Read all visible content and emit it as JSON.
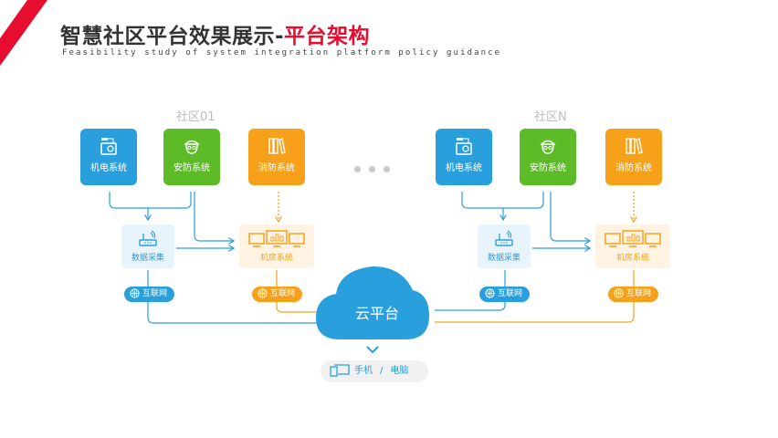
{
  "header": {
    "title_main": "智慧社区平台效果展示-",
    "title_highlight": "平台架构",
    "subtitle": "Feasibility study of system integration platform policy guidance",
    "accent_color": "#e60d2e"
  },
  "communities": [
    {
      "label": "社区01",
      "systems": [
        {
          "label": "机电系统",
          "icon": "electromechanical-icon",
          "color": "#2a9fdd"
        },
        {
          "label": "安防系统",
          "icon": "security-guard-icon",
          "color": "#5dbb28"
        },
        {
          "label": "消防系统",
          "icon": "fire-binders-icon",
          "color": "#f7a11a"
        }
      ],
      "data_collection": {
        "label": "数据采集",
        "icon": "router-icon"
      },
      "machine_room": {
        "label": "机房系统",
        "icon": "monitors-icon"
      },
      "internet_blue": {
        "label": "互联网",
        "icon": "globe-icon"
      },
      "internet_orange": {
        "label": "互联网",
        "icon": "globe-icon"
      }
    },
    {
      "label": "社区N",
      "systems": [
        {
          "label": "机电系统",
          "icon": "electromechanical-icon",
          "color": "#2a9fdd"
        },
        {
          "label": "安防系统",
          "icon": "security-guard-icon",
          "color": "#5dbb28"
        },
        {
          "label": "消防系统",
          "icon": "fire-binders-icon",
          "color": "#f7a11a"
        }
      ],
      "data_collection": {
        "label": "数据采集",
        "icon": "router-icon"
      },
      "machine_room": {
        "label": "机房系统",
        "icon": "monitors-icon"
      },
      "internet_blue": {
        "label": "互联网",
        "icon": "globe-icon"
      },
      "internet_orange": {
        "label": "互联网",
        "icon": "globe-icon"
      }
    }
  ],
  "cloud": {
    "label": "云平台",
    "color": "#2a9fdd"
  },
  "devices": {
    "phone": "手机",
    "separator": "/",
    "computer": "电脑"
  },
  "colors": {
    "blue": "#2a9fdd",
    "green": "#5dbb28",
    "orange": "#f7a11a",
    "gray_text": "#bdbdbd"
  }
}
